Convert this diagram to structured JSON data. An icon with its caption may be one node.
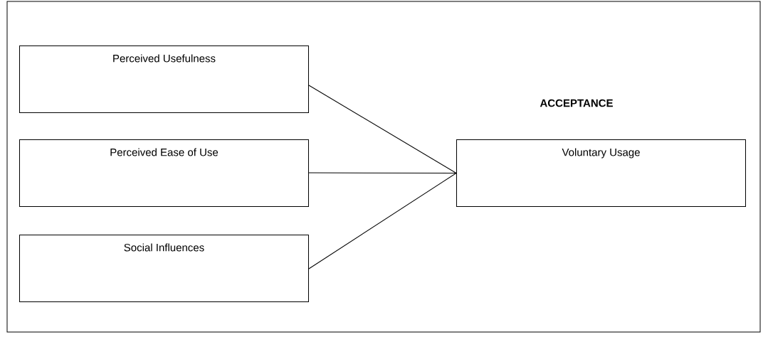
{
  "diagram": {
    "nodes": [
      {
        "text": [
          "Perceived Usefulness"
        ]
      },
      {
        "text": [
          "Perceived Ease of Use"
        ]
      },
      {
        "text": [
          "Social Influences"
        ]
      },
      {
        "text": [
          "Voluntary Usage"
        ]
      }
    ],
    "edges": [
      {
        "from": 0,
        "to": 3,
        "arrow": "none"
      },
      {
        "from": 1,
        "to": 3,
        "arrow": "none"
      },
      {
        "from": 2,
        "to": 3,
        "arrow": "none"
      }
    ],
    "labels": [
      "ACCEPTANCE"
    ]
  }
}
